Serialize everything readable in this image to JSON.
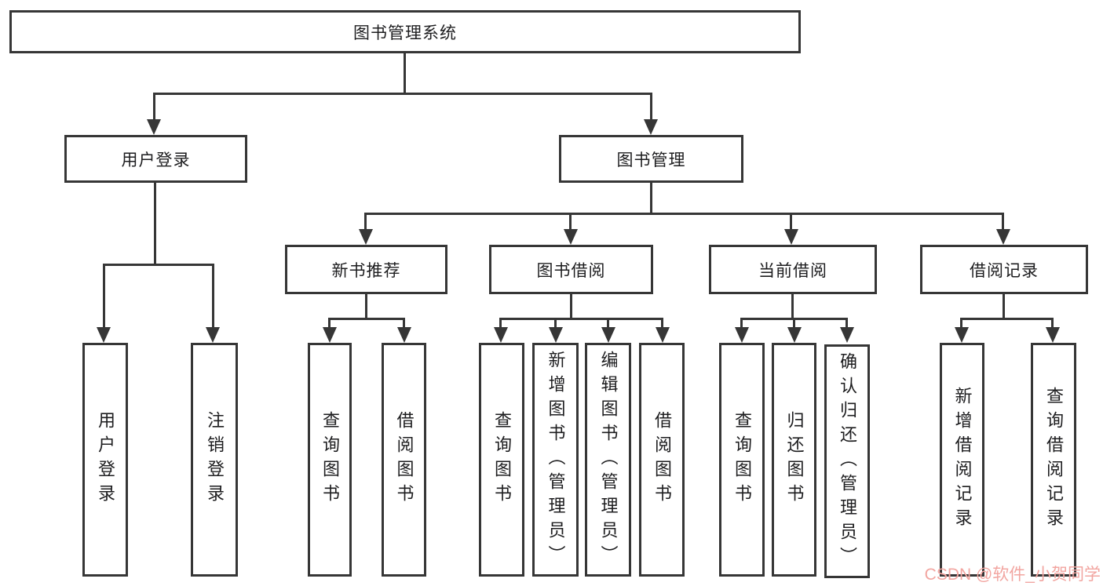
{
  "diagram_title": "图书管理系统",
  "watermark": "CSDN @软件_小贺同学",
  "colors": {
    "line": "#363636",
    "text": "#1d1d1f",
    "background": "#ffffff",
    "watermark": "#f2a5a0"
  },
  "nodes": {
    "root": "图书管理系统",
    "level2": {
      "user_login": "用户登录",
      "book_mgmt": "图书管理"
    },
    "user_login_children": {
      "login": "用户登录",
      "logout": "注销登录"
    },
    "book_mgmt_children": {
      "new_book_rec": "新书推荐",
      "book_borrow": "图书借阅",
      "current_borrow": "当前借阅",
      "borrow_record": "借阅记录"
    },
    "new_book_rec_children": {
      "query_book": "查询图书",
      "borrow_book": "借阅图书"
    },
    "book_borrow_children": {
      "query_book": "查询图书",
      "add_book": "新增图书（管理员）",
      "edit_book": "编辑图书（管理员）",
      "borrow_book": "借阅图书"
    },
    "current_borrow_children": {
      "query_book": "查询图书",
      "return_book": "归还图书",
      "confirm_return": "确认归还（管理员）"
    },
    "borrow_record_children": {
      "add_record": "新增借阅记录",
      "query_record": "查询借阅记录"
    }
  }
}
